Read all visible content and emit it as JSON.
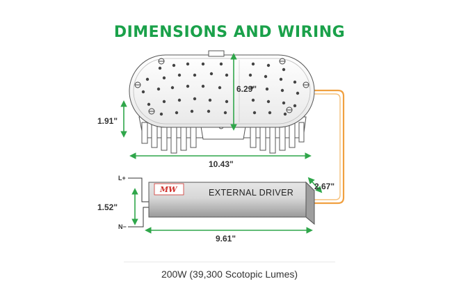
{
  "title": "DIMENSIONS AND WIRING",
  "dimensions": {
    "fixture_height": "6.29\"",
    "fixture_depth": "1.91\"",
    "fixture_length": "10.43\"",
    "driver_width": "2.67\"",
    "driver_height": "1.52\"",
    "driver_length": "9.61\""
  },
  "driver": {
    "label": "EXTERNAL DRIVER",
    "logo": "MW"
  },
  "wires": {
    "line": "L+",
    "neutral": "N−"
  },
  "caption": "200W (39,300 Scotopic Lumes)",
  "colors": {
    "title": "#1aa14a",
    "dimension_arrow": "#2fa64a",
    "wire": "#f0a040",
    "outline": "#555555",
    "driver_logo": "#d0322e"
  }
}
